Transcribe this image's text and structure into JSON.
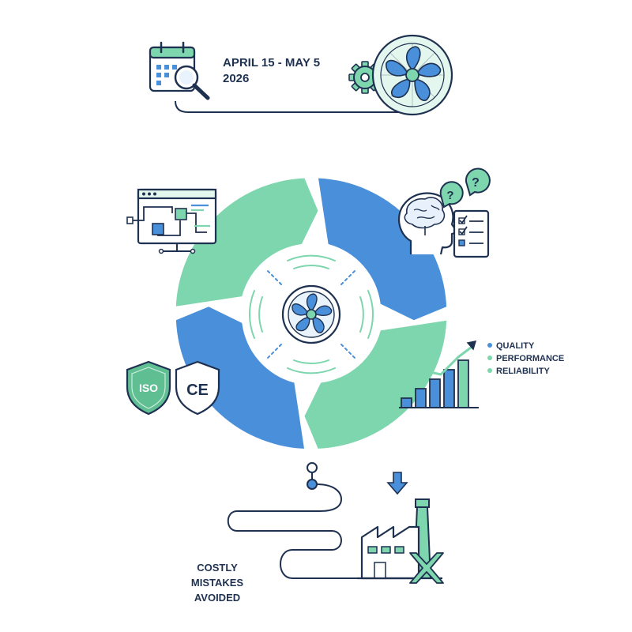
{
  "header": {
    "date_line1": "APRIL 15 - MAY 5",
    "date_line2": "2026"
  },
  "legend": {
    "items": [
      {
        "label": "QUALITY",
        "color": "#4a8fd9"
      },
      {
        "label": "PERFORMANCE",
        "color": "#7dd6ad"
      },
      {
        "label": "RELIABILITY",
        "color": "#7dd6ad"
      }
    ]
  },
  "certifications": {
    "iso_label": "ISO",
    "ce_label": "CE"
  },
  "footer": {
    "line1": "COSTLY",
    "line2": "MISTAKES",
    "line3": "AVOIDED"
  },
  "assessment": {
    "bubble1": "?",
    "bubble2": "?"
  },
  "colors": {
    "blue": "#4a8fd9",
    "green": "#7dd6ad",
    "navy": "#1f3150"
  },
  "chart_data": {
    "type": "bar",
    "values": [
      1,
      2,
      3,
      4,
      5
    ]
  }
}
